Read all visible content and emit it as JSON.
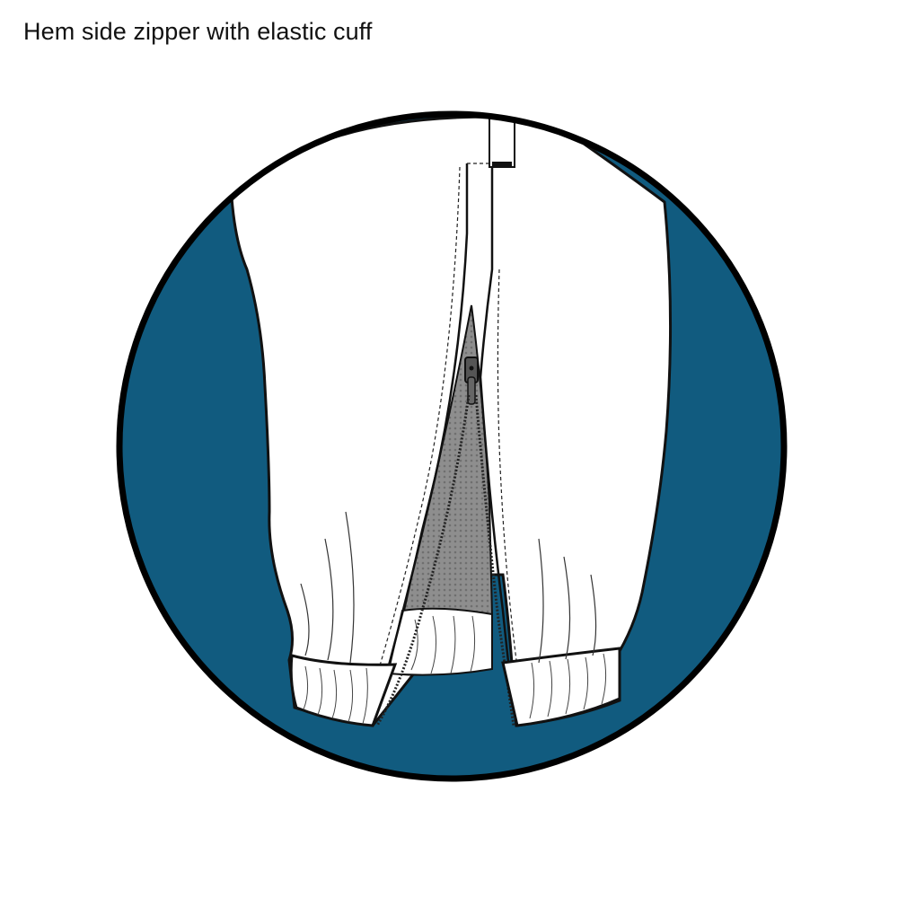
{
  "caption": "Hem side zipper with elastic cuff",
  "illustration": {
    "subject": "jogger pant leg hem with side zipper and elastic cuff",
    "zipper_state": "partially open",
    "colors": {
      "background_disc": "#115b7f",
      "garment": "#ffffff",
      "mesh_lining": "#8e8e8e",
      "outline": "#111111"
    }
  }
}
